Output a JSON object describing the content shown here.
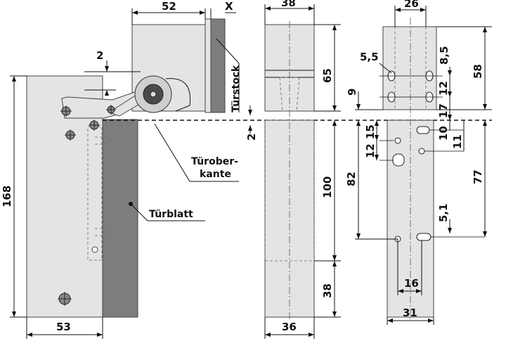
{
  "labels": {
    "tuerstock": "Türstock",
    "tueroberkante_line1": "Türober-",
    "tueroberkante_line2": "kante",
    "tuerblatt": "Türblatt"
  },
  "dims": {
    "d52": "52",
    "dX": "X",
    "d2_top": "2",
    "d2_mid": "2",
    "d168": "168",
    "d53": "53",
    "d38_top": "38",
    "d65": "65",
    "d100": "100",
    "d38_side": "38",
    "d36": "36",
    "d26": "26",
    "d55": "5,5",
    "d85": "8,5",
    "d58": "58",
    "d9": "9",
    "d12_right": "12",
    "d17": "17",
    "d15": "15",
    "d10": "10",
    "d11": "11",
    "d12_left": "12",
    "d82": "82",
    "d77": "77",
    "d51": "5,1",
    "d16": "16",
    "d31": "31"
  },
  "colors": {
    "body_fill": "#e4e4e4",
    "door_leaf": "#7d7d7d",
    "line": "#111111"
  }
}
